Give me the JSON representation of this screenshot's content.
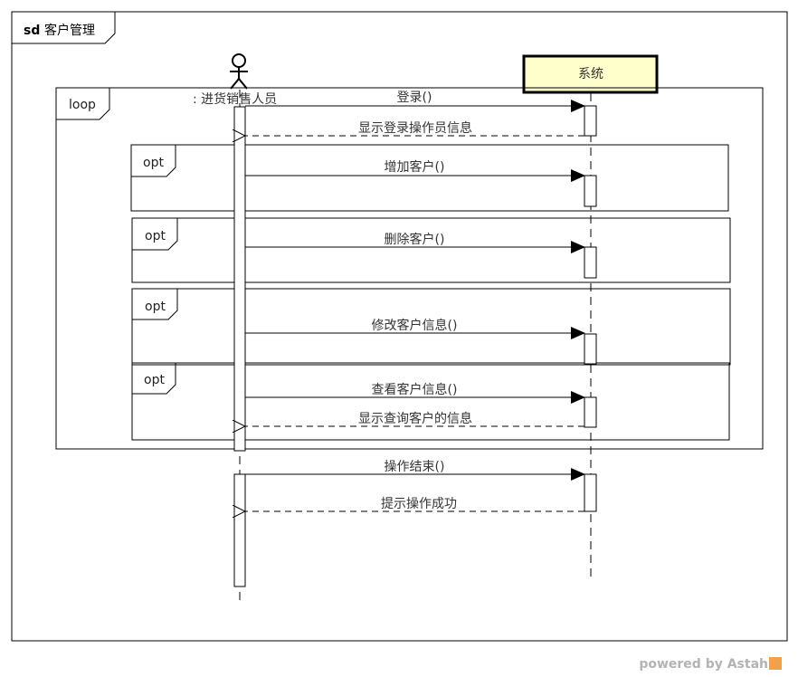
{
  "frame": {
    "keyword": "sd",
    "name": "客户管理"
  },
  "lifelines": {
    "actor": {
      "label": ": 进货销售人员"
    },
    "system": {
      "label": "系统"
    }
  },
  "fragments": {
    "loop": {
      "operator": "loop"
    },
    "opt1": {
      "operator": "opt"
    },
    "opt2": {
      "operator": "opt"
    },
    "opt3": {
      "operator": "opt"
    },
    "opt4": {
      "operator": "opt"
    }
  },
  "messages": {
    "login": "登录()",
    "login_reply": "显示登录操作员信息",
    "add_customer": "增加客户()",
    "delete_customer": "删除客户()",
    "modify_customer": "修改客户信息()",
    "view_customer": "查看客户信息()",
    "view_reply": "显示查询客户的信息",
    "end_operation": "操作结束()",
    "end_reply": "提示操作成功"
  },
  "footer": {
    "powered_by": "powered by Astah"
  },
  "colors": {
    "system_box": "#ffffcc",
    "line": "#000000",
    "text": "#333333"
  }
}
